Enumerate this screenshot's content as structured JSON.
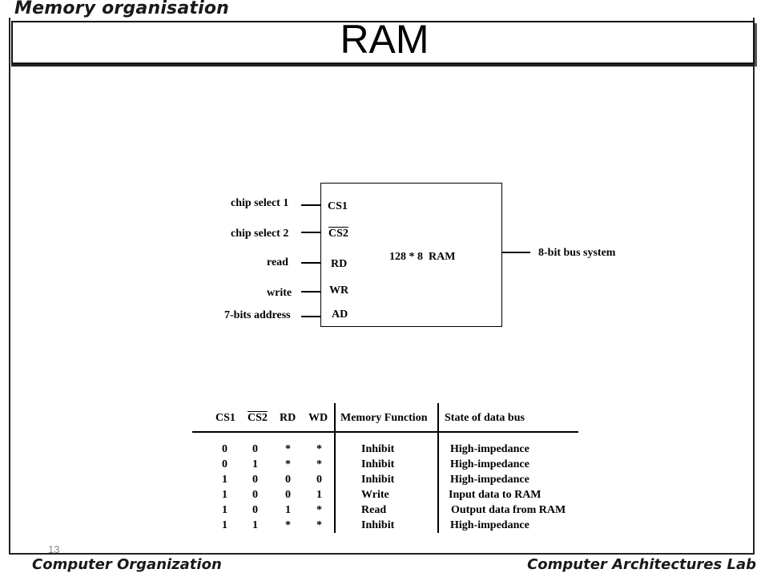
{
  "header": {
    "section_title": "Memory organisation"
  },
  "slide": {
    "title": "RAM",
    "page_number": "13"
  },
  "footer": {
    "left": "Computer Organization",
    "right": "Computer Architectures Lab"
  },
  "diagram": {
    "inputs": [
      "chip select 1",
      "chip select 2",
      "read",
      "write",
      "7-bits address"
    ],
    "pins": [
      "CS1",
      "CS2",
      "RD",
      "WR",
      "AD"
    ],
    "chip_label": "128 * 8  RAM",
    "output": "8-bit bus system"
  },
  "table": {
    "headers": [
      "CS1",
      "CS2",
      "RD",
      "WD",
      "Memory Function",
      "State of data bus"
    ],
    "rows": [
      [
        "0",
        "0",
        "*",
        "*",
        "Inhibit",
        "High-impedance"
      ],
      [
        "0",
        "1",
        "*",
        "*",
        "Inhibit",
        "High-impedance"
      ],
      [
        "1",
        "0",
        "0",
        "0",
        "Inhibit",
        "High-impedance"
      ],
      [
        "1",
        "0",
        "0",
        "1",
        "Write",
        "Input data to RAM"
      ],
      [
        "1",
        "0",
        "1",
        "*",
        "Read",
        "Output data from RAM"
      ],
      [
        "1",
        "1",
        "*",
        "*",
        "Inhibit",
        "High-impedance"
      ]
    ]
  }
}
